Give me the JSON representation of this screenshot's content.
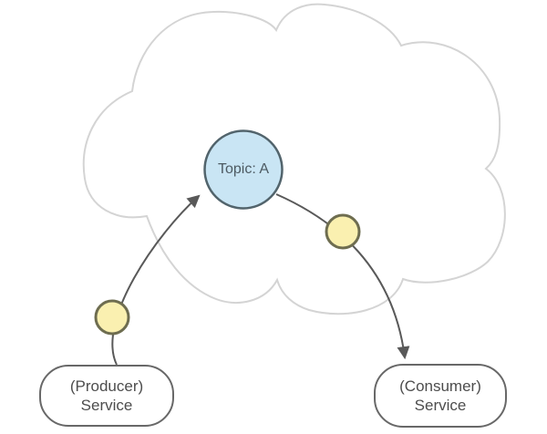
{
  "colors": {
    "background": "#ffffff",
    "cloud_outline": "#d4d4d4",
    "arrow": "#595959",
    "topic_fill": "#c9e5f4",
    "topic_border": "#52646c",
    "topic_text": "#4d5a62",
    "event_fill": "#faf0b0",
    "event_border": "#6e6d50",
    "box_fill": "#ffffff",
    "box_border": "#686868",
    "box_text": "#4d4d4d"
  },
  "topic": {
    "label": "Topic: A"
  },
  "producer": {
    "line1": "(Producer)",
    "line2": "Service"
  },
  "consumer": {
    "line1": "(Consumer)",
    "line2": "Service"
  }
}
